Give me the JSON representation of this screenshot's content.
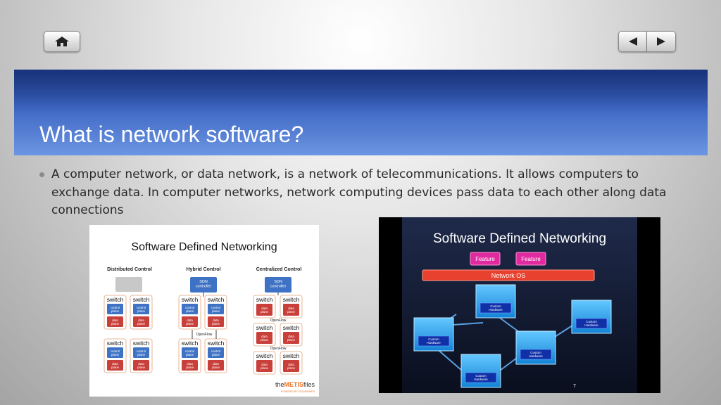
{
  "nav": {
    "home_icon": "home-icon",
    "prev_icon": "triangle-left-icon",
    "next_icon": "triangle-right-icon"
  },
  "slide": {
    "title": "What is network software?",
    "bullet": "A computer network, or data network, is a network of telecommunications.  It allows computers to exchange data. In computer networks, network computing devices pass data to each other along data connections"
  },
  "figure_left": {
    "title": "Software Defined Networking",
    "columns": [
      "Distributed Control",
      "Hybrid Control",
      "Centralized Control"
    ],
    "controller": "SDN controller",
    "switch_label": "switch",
    "control_plane": "control plane",
    "data_plane": "data plane",
    "protocol": "OpenFlow",
    "brand_pre": "the",
    "brand_mid": "METIS",
    "brand_post": "files",
    "brand_tagline": "POWERED BY SOLARWINDS"
  },
  "figure_right": {
    "title": "Software Defined Networking",
    "features": [
      "Feature",
      "Feature"
    ],
    "os_label": "Network OS",
    "hardware_label": "Custom Hardware",
    "page_number": "7"
  },
  "colors": {
    "title_band": "#3f68c4",
    "switch_blue": "#3e72c4",
    "switch_red": "#c9403b",
    "feature_pink": "#e02ba0",
    "os_red": "#e8412f",
    "hardware_cyan": "#2aa6e8"
  }
}
